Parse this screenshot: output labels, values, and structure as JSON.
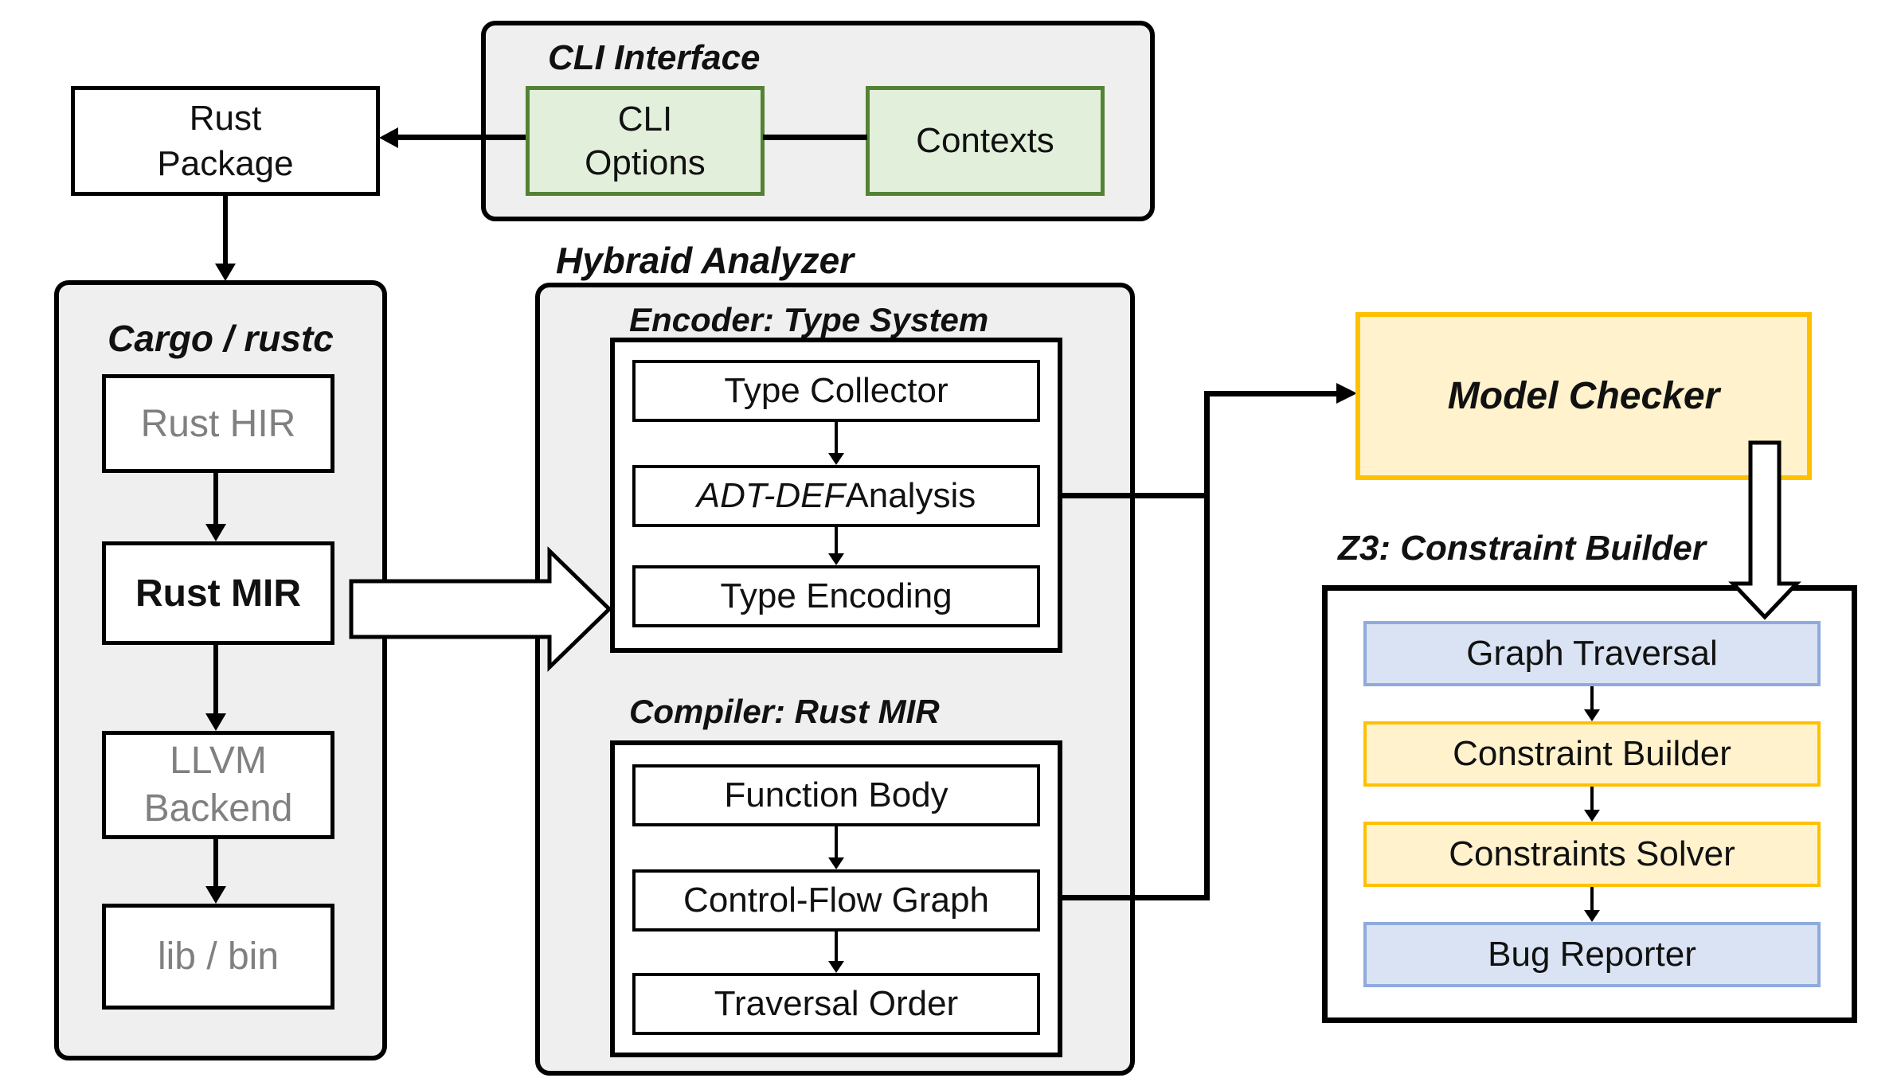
{
  "diagram": {
    "rust_package": {
      "label": "Rust\nPackage"
    },
    "cli": {
      "title": "CLI Interface",
      "options_label": "CLI\nOptions",
      "contexts_label": "Contexts"
    },
    "cargo": {
      "title": "Cargo / rustc",
      "rust_hir": "Rust HIR",
      "rust_mir": "Rust MIR",
      "llvm_backend": "LLVM\nBackend",
      "lib_bin": "lib / bin"
    },
    "hybraid": {
      "title": "Hybraid Analyzer",
      "encoder": {
        "title": "Encoder: Type System",
        "type_collector": "Type Collector",
        "adt_def_italic": "ADT-DEF",
        "adt_def_rest": " Analysis",
        "type_encoding": "Type Encoding"
      },
      "compiler": {
        "title": "Compiler: Rust MIR",
        "function_body": "Function Body",
        "control_flow_graph": "Control-Flow Graph",
        "traversal_order": "Traversal Order"
      }
    },
    "model_checker": {
      "label": "Model Checker"
    },
    "z3": {
      "title": "Z3: Constraint Builder",
      "graph_traversal": "Graph Traversal",
      "constraint_builder": "Constraint Builder",
      "constraints_solver": "Constraints Solver",
      "bug_reporter": "Bug Reporter"
    },
    "colors": {
      "green_fill": "#e2efda",
      "green_border": "#548235",
      "yellow_fill": "#fff2cc",
      "yellow_border": "#ffc000",
      "blue_fill": "#dae3f3",
      "blue_border": "#8faadc",
      "container_fill": "#efefef",
      "gray_text": "#808080",
      "line_color": "#000000"
    }
  }
}
